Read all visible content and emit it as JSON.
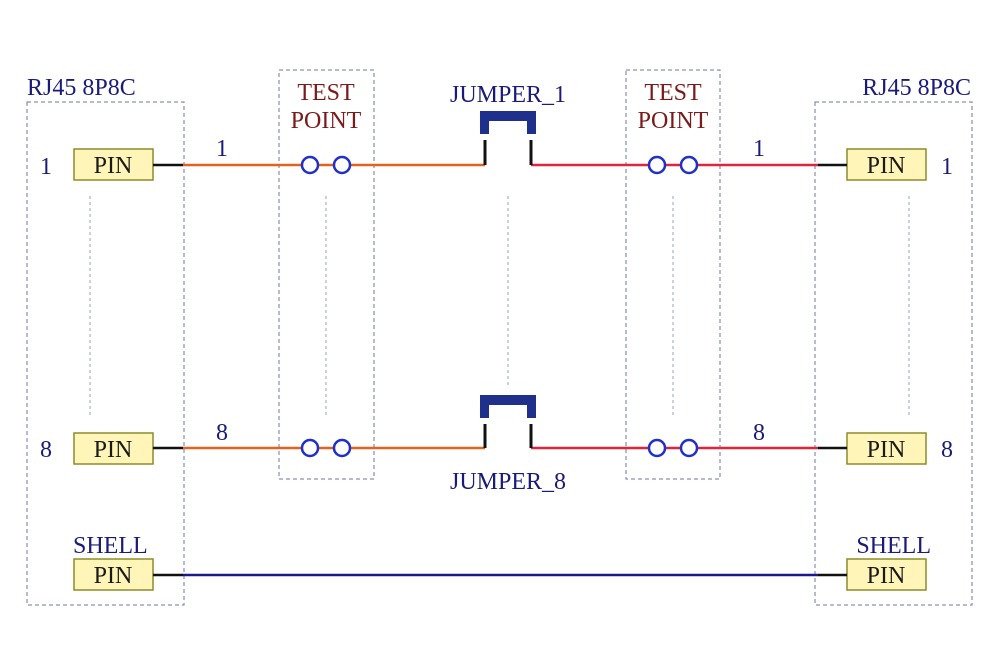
{
  "left_connector": {
    "title": "RJ45 8P8C",
    "pin_top": {
      "number": "1",
      "label": "PIN"
    },
    "pin_bottom": {
      "number": "8",
      "label": "PIN"
    },
    "shell_label": "SHELL",
    "shell_pin_label": "PIN"
  },
  "right_connector": {
    "title": "RJ45 8P8C",
    "pin_top": {
      "number": "1",
      "label": "PIN"
    },
    "pin_bottom": {
      "number": "8",
      "label": "PIN"
    },
    "shell_label": "SHELL",
    "shell_pin_label": "PIN"
  },
  "left_test_point": {
    "line1": "TEST",
    "line2": "POINT"
  },
  "right_test_point": {
    "line1": "TEST",
    "line2": "POINT"
  },
  "jumpers": {
    "top_label": "JUMPER_1",
    "bottom_label": "JUMPER_8"
  },
  "net_labels": {
    "left_top": "1",
    "left_bottom": "8",
    "right_top": "1",
    "right_bottom": "8"
  },
  "colors": {
    "left_net": "#e0641e",
    "right_net": "#e0243c",
    "shell_net": "#1a1a8c",
    "dark_blue": "#1a1a7a",
    "component_blue": "#1f2f8c",
    "test_point_text": "#7a1a1a",
    "pin_fill": "#fff5b8",
    "pin_stroke": "#8c8c2a",
    "dashed_box": "#6f76a8"
  }
}
